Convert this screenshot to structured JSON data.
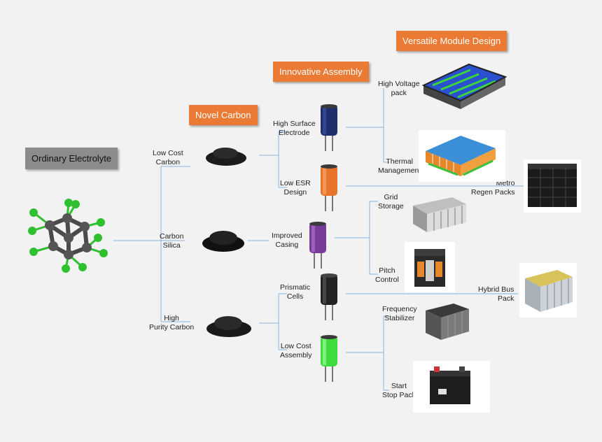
{
  "headers": {
    "ordinary": "Ordinary Electrolyte",
    "novel_carbon": "Novel Carbon",
    "innovative_assembly": "Innovative Assembly",
    "versatile_module": "Versatile Module Design"
  },
  "carbons": {
    "low_cost": [
      "Low Cost",
      "Carbon"
    ],
    "silica": [
      "Carbon",
      "Silica"
    ],
    "high_purity": [
      "High",
      "Purity Carbon"
    ]
  },
  "assemblies": {
    "high_surface": [
      "High Surface",
      "Electrode"
    ],
    "low_esr": [
      "Low ESR",
      "Design"
    ],
    "improved_casing": [
      "Improved",
      "Casing"
    ],
    "prismatic": [
      "Prismatic",
      "Cells"
    ],
    "low_cost_assembly": [
      "Low Cost",
      "Assembly"
    ]
  },
  "modules": {
    "high_voltage": [
      "High Voltage",
      "pack"
    ],
    "thermal": [
      "Thermal",
      "Management"
    ],
    "metro": [
      "Metro",
      "Regen Packs"
    ],
    "grid": [
      "Grid",
      "Storage"
    ],
    "pitch": [
      "Pitch",
      "Control"
    ],
    "hybrid_bus": [
      "Hybrid Bus",
      "Pack"
    ],
    "frequency": [
      "Frequency",
      "Stabilizer"
    ],
    "start_stop": [
      "Start",
      "Stop Pack"
    ]
  },
  "colors": {
    "header_orange": "#ea7a34",
    "header_gray": "#8c8c8c",
    "connector": "#9dc3e6",
    "molecule_green": "#2ec02e",
    "molecule_gray": "#555555",
    "cap_blue": "#1f2f6e",
    "cap_orange": "#e8742a",
    "cap_purple": "#7a3a9a",
    "cap_black": "#222222",
    "cap_green": "#3fdc3f"
  }
}
